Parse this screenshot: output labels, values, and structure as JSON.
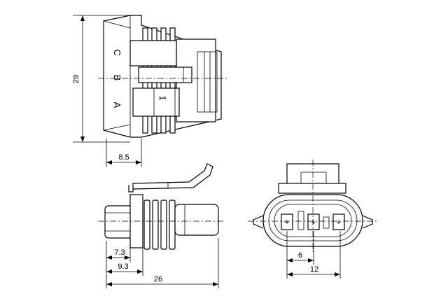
{
  "dimensions": {
    "height_label": "29",
    "top_depth_label": "8.5",
    "depth_1_label": "7.3",
    "depth_2_label": "9.3",
    "overall_length_label": "26",
    "pitch_label": "6",
    "span_label": "12"
  },
  "cavity_letters": [
    "C",
    "B",
    "A"
  ],
  "terminal_mark": "1"
}
